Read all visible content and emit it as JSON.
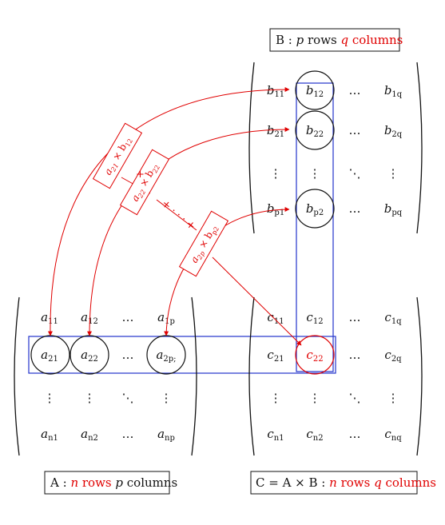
{
  "captions": {
    "b": {
      "prefix": "B : ",
      "p": "p",
      "mid": " rows ",
      "q": "q",
      "suffix": " columns"
    },
    "a": {
      "prefix": "A : ",
      "n": "n",
      "mid": " rows ",
      "p": "p",
      "suffix": " columns"
    },
    "c": {
      "prefix": "C = A × B : ",
      "n": "n",
      "mid": " rows ",
      "q": "q",
      "suffix": " columns"
    }
  },
  "matrix_b": [
    [
      {
        "b": "b",
        "s": "11"
      },
      {
        "b": "b",
        "s": "12"
      },
      {
        "b": "…",
        "s": ""
      },
      {
        "b": "b",
        "s": "1q"
      }
    ],
    [
      {
        "b": "b",
        "s": "21"
      },
      {
        "b": "b",
        "s": "22"
      },
      {
        "b": "…",
        "s": ""
      },
      {
        "b": "b",
        "s": "2q"
      }
    ],
    [
      {
        "b": "⋮",
        "s": ""
      },
      {
        "b": "⋮",
        "s": ""
      },
      {
        "b": "⋱",
        "s": ""
      },
      {
        "b": "⋮",
        "s": ""
      }
    ],
    [
      {
        "b": "b",
        "s": "p1"
      },
      {
        "b": "b",
        "s": "p2"
      },
      {
        "b": "…",
        "s": ""
      },
      {
        "b": "b",
        "s": "pq"
      }
    ]
  ],
  "matrix_a": [
    [
      {
        "b": "a",
        "s": "11"
      },
      {
        "b": "a",
        "s": "12"
      },
      {
        "b": "…",
        "s": ""
      },
      {
        "b": "a",
        "s": "1p"
      }
    ],
    [
      {
        "b": "a",
        "s": "21"
      },
      {
        "b": "a",
        "s": "22"
      },
      {
        "b": "…",
        "s": ""
      },
      {
        "b": "a",
        "s": "2p;"
      }
    ],
    [
      {
        "b": "⋮",
        "s": ""
      },
      {
        "b": "⋮",
        "s": ""
      },
      {
        "b": "⋱",
        "s": ""
      },
      {
        "b": "⋮",
        "s": ""
      }
    ],
    [
      {
        "b": "a",
        "s": "n1"
      },
      {
        "b": "a",
        "s": "n2"
      },
      {
        "b": "…",
        "s": ""
      },
      {
        "b": "a",
        "s": "np"
      }
    ]
  ],
  "matrix_c": [
    [
      {
        "b": "c",
        "s": "11"
      },
      {
        "b": "c",
        "s": "12"
      },
      {
        "b": "…",
        "s": ""
      },
      {
        "b": "c",
        "s": "1q"
      }
    ],
    [
      {
        "b": "c",
        "s": "21"
      },
      {
        "b": "c",
        "s": "22"
      },
      {
        "b": "…",
        "s": ""
      },
      {
        "b": "c",
        "s": "2q"
      }
    ],
    [
      {
        "b": "⋮",
        "s": ""
      },
      {
        "b": "⋮",
        "s": ""
      },
      {
        "b": "⋱",
        "s": ""
      },
      {
        "b": "⋮",
        "s": ""
      }
    ],
    [
      {
        "b": "c",
        "s": "n1"
      },
      {
        "b": "c",
        "s": "n2"
      },
      {
        "b": "…",
        "s": ""
      },
      {
        "b": "c",
        "s": "nq"
      }
    ]
  ],
  "products": [
    {
      "a": "a",
      "as": "21",
      "b": "b",
      "bs": "12"
    },
    {
      "a": "a",
      "as": "22",
      "b": "b",
      "bs": "22"
    },
    {
      "a": "a",
      "as": "2p",
      "b": "b",
      "bs": "p2"
    }
  ],
  "separators": [
    "+",
    "+ · · · +"
  ],
  "colors": {
    "highlight": "#e00000",
    "row_col_box": "#2233cc",
    "ink": "#111111"
  }
}
